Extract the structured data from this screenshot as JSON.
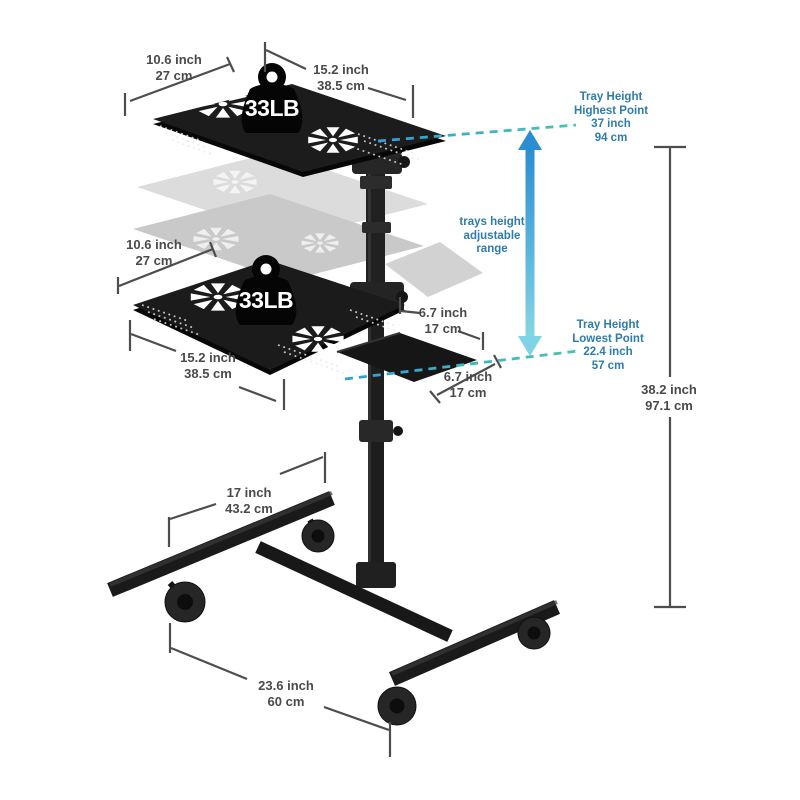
{
  "colors": {
    "background": "#ffffff",
    "dimension_text": "#4a4a4a",
    "dimension_line": "#4d4d4d",
    "callout_blue": "#2e7cab",
    "dash_blue": "#2f9ed9",
    "dash_teal": "#4cc4ad",
    "arrow_gradient_top": "#2b8dd2",
    "arrow_gradient_bottom": "#85d6e6",
    "tray_black": "#1c1c1c",
    "ghost_gray_light": "#dcdcdc",
    "ghost_gray_dark": "#c9c9c9"
  },
  "labels": {
    "top_tray_depth": [
      "10.6 inch",
      "27 cm"
    ],
    "top_tray_width": [
      "15.2 inch",
      "38.5 cm"
    ],
    "top_tray_capacity": "33LB",
    "lower_tray_capacity": "33LB",
    "lower_tray_depth": [
      "10.6 inch",
      "27 cm"
    ],
    "lower_tray_width": [
      "15.2 inch",
      "38.5 cm"
    ],
    "side_tray_upper": [
      "6.7 inch",
      "17 cm"
    ],
    "side_tray_lower": [
      "6.7 inch",
      "17 cm"
    ],
    "tray_height_highest": [
      "Tray Height",
      "Highest Point",
      "37 inch",
      "94 cm"
    ],
    "adjustable_range": [
      "trays height",
      "adjustable",
      "range"
    ],
    "tray_height_lowest": [
      "Tray Height",
      "Lowest Point",
      "22.4 inch",
      "57 cm"
    ],
    "overall_height": [
      "38.2 inch",
      "97.1 cm"
    ],
    "base_width": [
      "17 inch",
      "43.2 cm"
    ],
    "base_depth": [
      "23.6 inch",
      "60 cm"
    ]
  }
}
